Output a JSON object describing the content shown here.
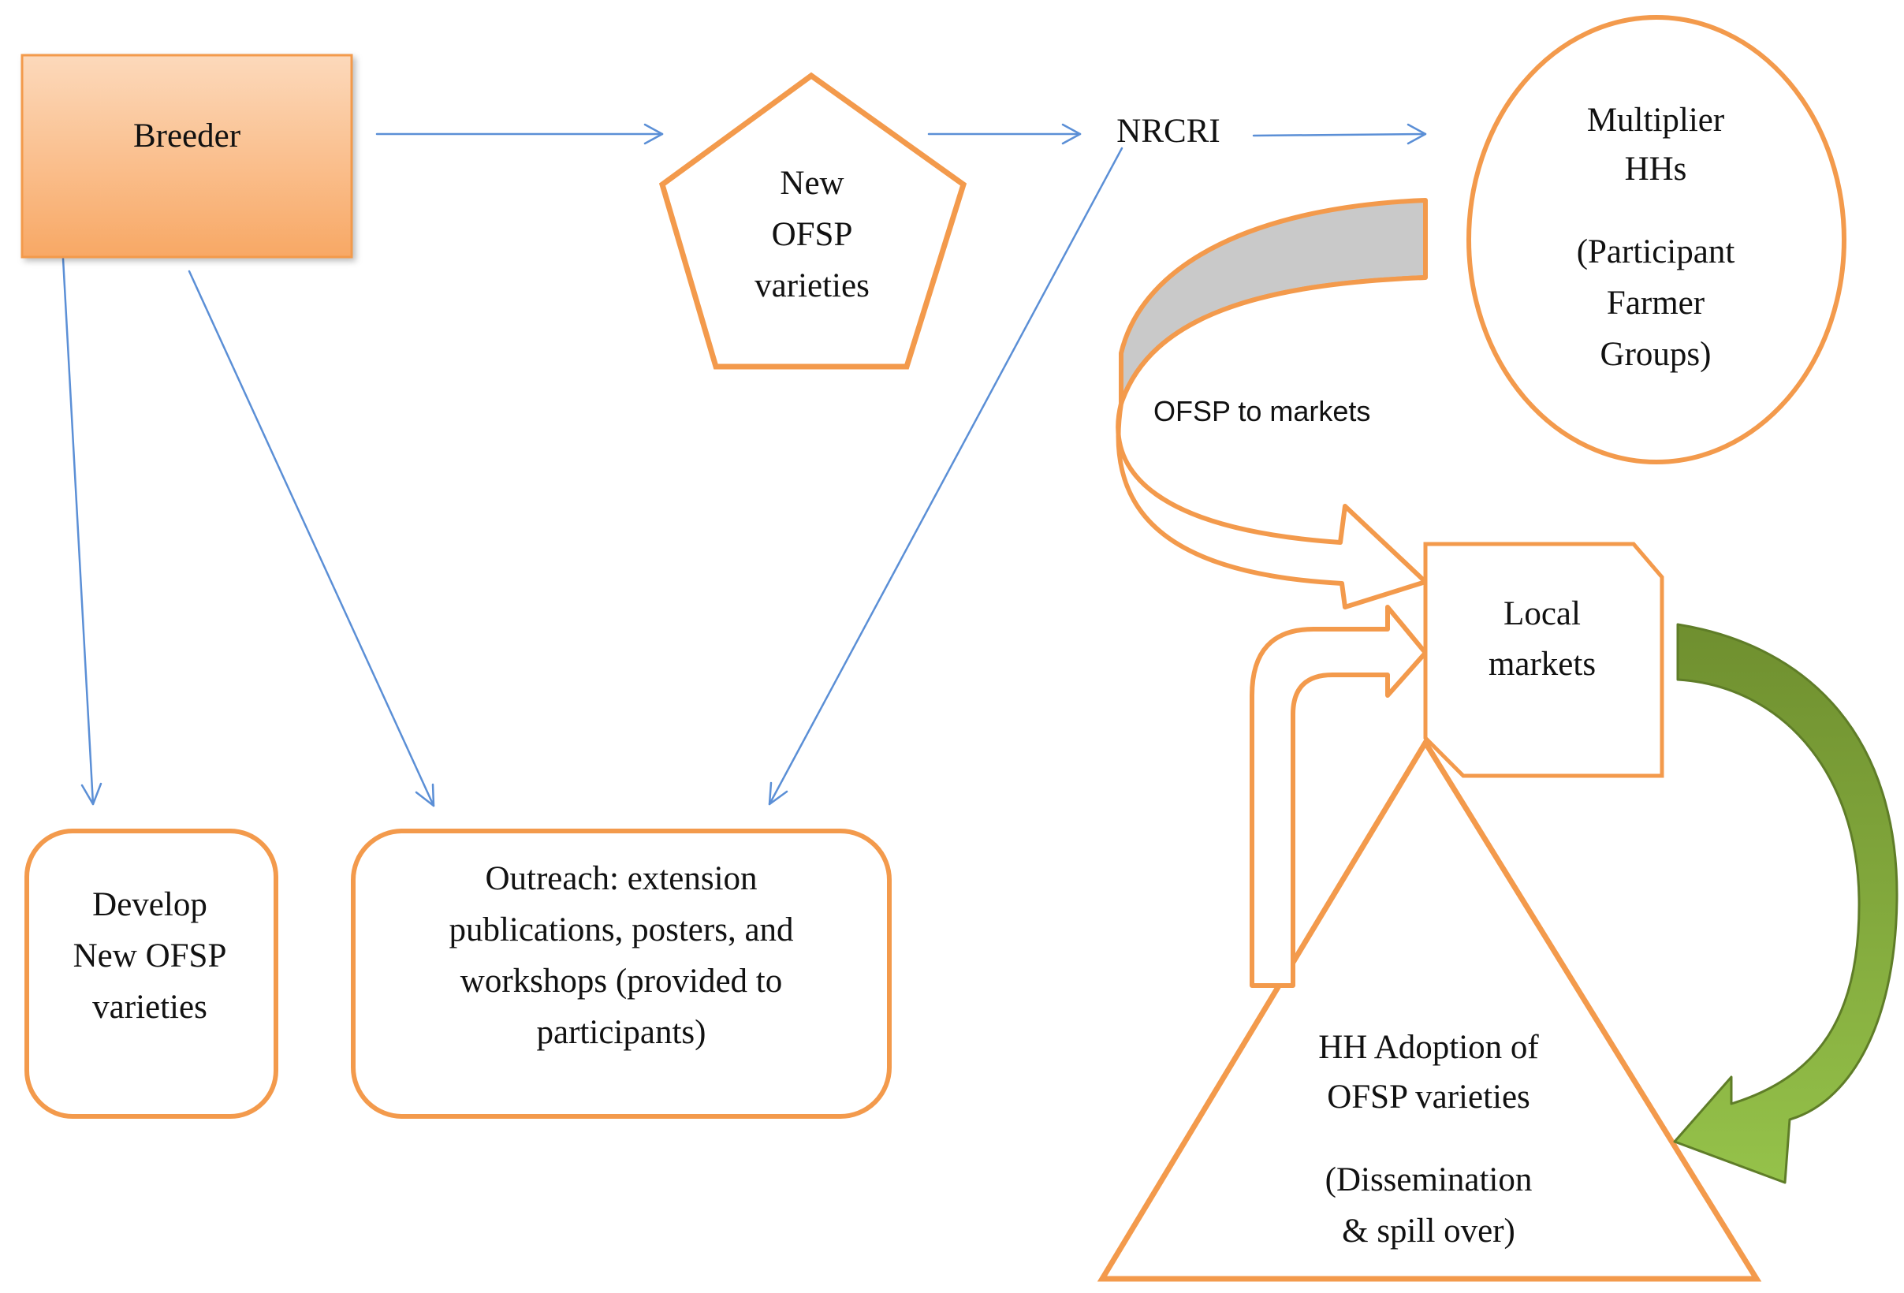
{
  "colors": {
    "node_border": "#f39a4c",
    "connector": "#5b8fd6",
    "breeder_fill_top": "#fcd9bb",
    "breeder_fill_bottom": "#f8a865",
    "curve_fill": "#c9c9c9",
    "green_arrow_dark": "#6f8f2f",
    "green_arrow_light": "#95c24a"
  },
  "nodes": {
    "breeder": {
      "label": "Breeder"
    },
    "new_varieties": {
      "lines": [
        "New",
        "OFSP",
        "varieties"
      ]
    },
    "nrcri": {
      "label": "NRCRI"
    },
    "multiplier": {
      "lines": [
        "Multiplier",
        "HHs",
        "(Participant",
        "Farmer",
        "Groups)"
      ]
    },
    "develop": {
      "lines": [
        "Develop",
        "New OFSP",
        "varieties"
      ]
    },
    "outreach": {
      "lines": [
        "Outreach: extension",
        "publications, posters, and",
        "workshops (provided to",
        "participants)"
      ]
    },
    "local_markets": {
      "lines": [
        "Local",
        "markets"
      ]
    },
    "adoption": {
      "lines": [
        "HH Adoption of",
        "OFSP varieties",
        "(Dissemination",
        "& spill over)"
      ]
    }
  },
  "labels": {
    "ofsp_to_markets": "OFSP to markets"
  }
}
